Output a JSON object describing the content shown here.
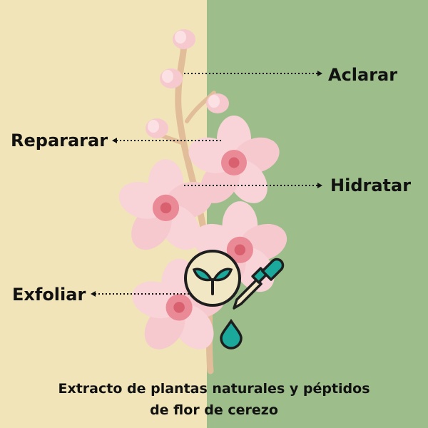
{
  "labels": {
    "aclarar": "Aclarar",
    "reparar": "Repararar",
    "hidratar": "Hidratar",
    "exfoliar": "Exfoliar"
  },
  "caption": {
    "line1": "Extracto de plantas naturales y péptidos",
    "line2": "de flor de cerezo"
  },
  "icons": [
    "sprout-icon",
    "dropper-icon",
    "drop-icon"
  ],
  "colors": {
    "left_bg": "#f0e4b8",
    "right_bg": "#9dbd8b",
    "petal": "#f6c9cf",
    "teal": "#1ba99b"
  }
}
